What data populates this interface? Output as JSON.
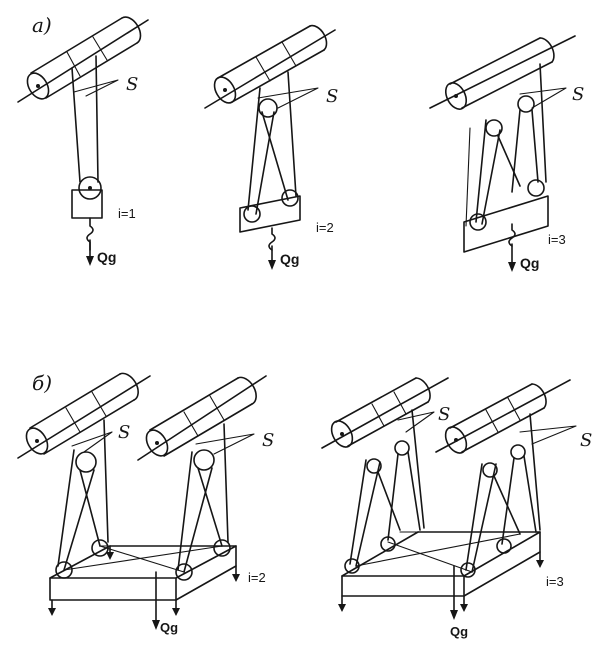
{
  "diagram": {
    "section_a_label": "а)",
    "section_b_label": "б)",
    "figures_a": [
      {
        "rope_label": "S",
        "ratio_label": "i=1",
        "load_label": "Qg"
      },
      {
        "rope_label": "S",
        "ratio_label": "i=2",
        "load_label": "Qg"
      },
      {
        "rope_label": "S",
        "ratio_label": "i=3",
        "load_label": "Qg"
      }
    ],
    "figures_b": [
      {
        "rope_label_left": "S",
        "rope_label_right": "S",
        "ratio_label": "i=2",
        "load_label": "Qg"
      },
      {
        "rope_label_left": "S",
        "rope_label_right": "S",
        "ratio_label": "i=3",
        "load_label": "Qg"
      }
    ],
    "colors": {
      "ink": "#161616",
      "paper": "#ffffff"
    }
  }
}
